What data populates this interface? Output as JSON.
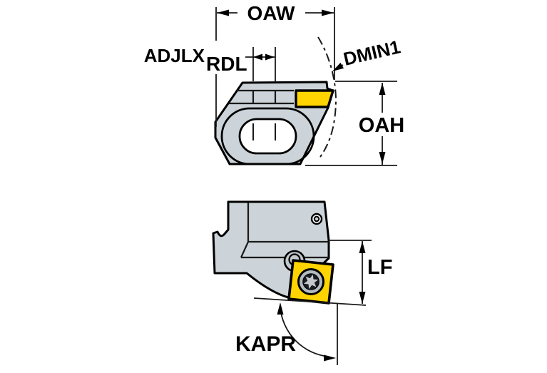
{
  "drawing": {
    "description": "Technical dimension drawing of a milling cartridge, top view and side view",
    "labels": {
      "overall_width": "OAW",
      "adjustment_x": "ADJLX",
      "radial_offset": "RDL",
      "min_bore_diameter": "DMIN1",
      "overall_height": "OAH",
      "functional_length": "LF",
      "entering_angle": "KAPR"
    },
    "colors": {
      "body": "#ccd4d9",
      "insert": "#ffd400",
      "line": "#000000",
      "screw_gray": "#c2c9cd",
      "torx_outer": "#b3babe",
      "torx_ring": "#191b20",
      "torx_star": "#c3c9cd",
      "background": "#ffffff"
    }
  }
}
